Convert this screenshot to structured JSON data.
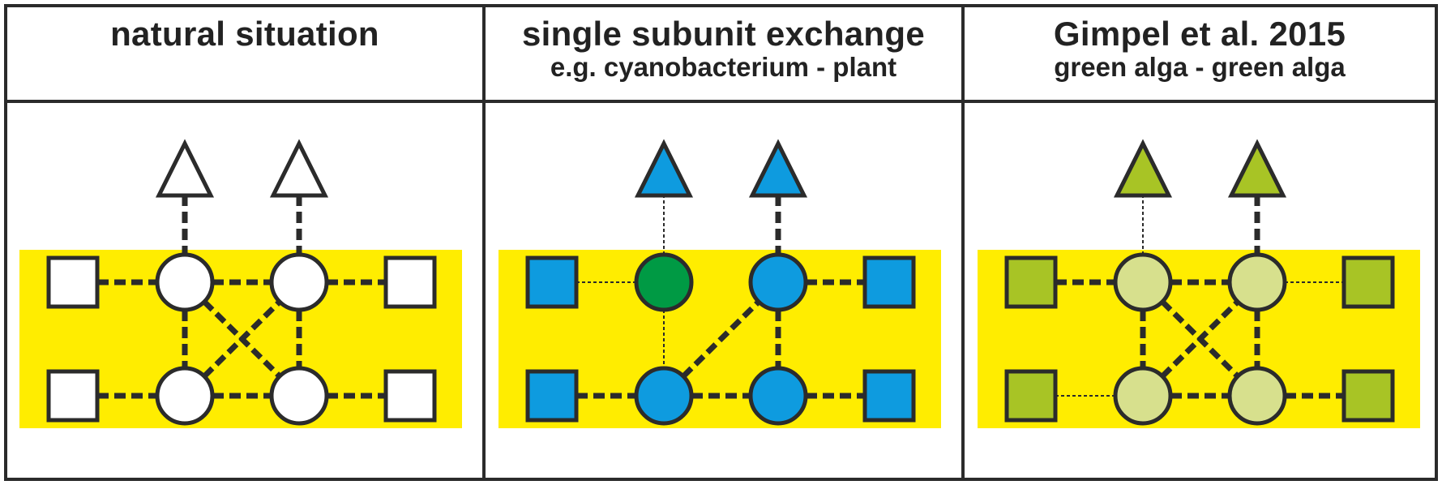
{
  "panels": [
    {
      "id": "natural",
      "title": "natural situation",
      "subtitle": "",
      "colors": {
        "square": "#ffffff",
        "triangles": [
          "#ffffff",
          "#ffffff"
        ],
        "top_circles": [
          "#ffffff",
          "#ffffff"
        ],
        "bottom_circles": [
          "#ffffff",
          "#ffffff"
        ]
      },
      "links": {
        "tri_left": "thick",
        "tri_right": "thick",
        "sq_tl": "thick",
        "top_mid": "thick",
        "sq_tr": "thick",
        "sq_bl": "thick",
        "bot_mid": "thick",
        "sq_br": "thick",
        "vert_left": "thick",
        "vert_right": "thick",
        "diag_down": "thick",
        "diag_up": "thick"
      }
    },
    {
      "id": "single-exchange",
      "title": "single subunit exchange",
      "subtitle": "e.g. cyanobacterium - plant",
      "colors": {
        "square": "#0e9bdf",
        "triangles": [
          "#0e9bdf",
          "#0e9bdf"
        ],
        "top_circles": [
          "#009a44",
          "#0e9bdf"
        ],
        "bottom_circles": [
          "#0e9bdf",
          "#0e9bdf"
        ]
      },
      "links": {
        "tri_left": "thin",
        "tri_right": "thick",
        "sq_tl": "thin",
        "top_mid": "none",
        "sq_tr": "thick",
        "sq_bl": "thick",
        "bot_mid": "thick",
        "sq_br": "thick",
        "vert_left": "thin",
        "vert_right": "thick",
        "diag_down": "none",
        "diag_up": "thick"
      }
    },
    {
      "id": "gimpel",
      "title": "Gimpel et al. 2015",
      "subtitle": "green alga - green alga",
      "colors": {
        "square": "#a8c425",
        "triangles": [
          "#a8c425",
          "#a8c425"
        ],
        "top_circles": [
          "#d7e08d",
          "#d7e08d"
        ],
        "bottom_circles": [
          "#d7e08d",
          "#d7e08d"
        ]
      },
      "links": {
        "tri_left": "thin",
        "tri_right": "thick",
        "sq_tl": "thick",
        "top_mid": "thick",
        "sq_tr": "thin",
        "sq_bl": "thin",
        "bot_mid": "thick",
        "sq_br": "thick",
        "vert_left": "thick",
        "vert_right": "thick",
        "diag_down": "thick",
        "diag_up": "thick"
      }
    }
  ],
  "style": {
    "membrane": "#ffed00",
    "stroke": "#2b2b2b"
  }
}
